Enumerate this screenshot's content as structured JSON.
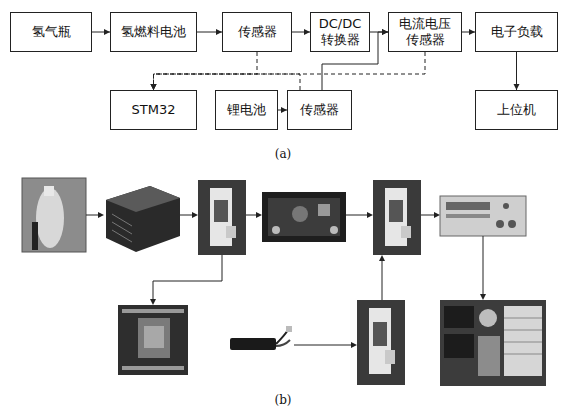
{
  "diagram": {
    "nodes": [
      {
        "text": [
          "氢气瓶"
        ]
      },
      {
        "text": [
          "氢燃料电池"
        ]
      },
      {
        "text": [
          "传感器"
        ]
      },
      {
        "text": [
          "DC/DC 转换器"
        ]
      },
      {
        "text": [
          "电流电压 传感器"
        ]
      },
      {
        "text": [
          "电子负载"
        ]
      },
      {
        "text": [
          "STM32"
        ]
      },
      {
        "text": [
          "锂电池"
        ]
      },
      {
        "text": [
          "传感器"
        ]
      },
      {
        "text": [
          "上位机"
        ]
      }
    ],
    "edges": [
      {
        "from": 0,
        "to": 1,
        "arrow": "to"
      },
      {
        "from": 1,
        "to": 2,
        "arrow": "to"
      },
      {
        "from": 2,
        "to": 3,
        "arrow": "to"
      },
      {
        "from": 3,
        "to": 4,
        "arrow": "to"
      },
      {
        "from": 4,
        "to": 5,
        "arrow": "to"
      },
      {
        "from": 5,
        "to": 9,
        "arrow": "to"
      },
      {
        "from": 7,
        "to": 8,
        "arrow": "to"
      },
      {
        "from": 8,
        "to": 4,
        "arrow": "to"
      },
      {
        "from": 2,
        "to": 6,
        "arrow": "to"
      },
      {
        "from": 4,
        "to": 6,
        "arrow": "to"
      },
      {
        "from": 8,
        "to": 6,
        "arrow": "to"
      }
    ],
    "labels": [
      "(a)",
      "(b)"
    ]
  }
}
